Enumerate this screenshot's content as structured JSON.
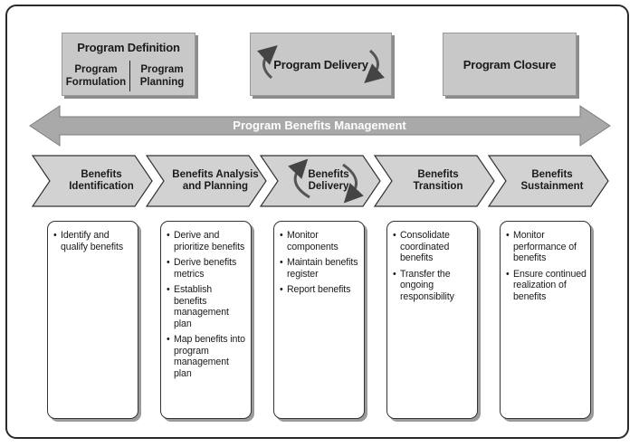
{
  "phases": {
    "definition": {
      "title": "Program Definition",
      "sub_left": "Program Formulation",
      "sub_right": "Program Planning"
    },
    "delivery": {
      "title": "Program Delivery"
    },
    "closure": {
      "title": "Program Closure"
    }
  },
  "band": {
    "label": "Program Benefits Management"
  },
  "stages": [
    {
      "label": "Benefits Identification",
      "items": [
        "Identify and qualify benefits"
      ]
    },
    {
      "label": "Benefits Analysis and Planning",
      "items": [
        "Derive and prioritize benefits",
        "Derive benefits metrics",
        "Establish benefits management plan",
        "Map benefits into program management plan"
      ]
    },
    {
      "label": "Benefits Delivery",
      "items": [
        "Monitor components",
        "Maintain benefits register",
        "Report benefits"
      ]
    },
    {
      "label": "Benefits Transition",
      "items": [
        "Consolidate coordinated benefits",
        "Transfer the ongoing responsibility"
      ]
    },
    {
      "label": "Benefits Sustainment",
      "items": [
        "Monitor performance of benefits",
        "Ensure continued realization of benefits"
      ]
    }
  ],
  "colors": {
    "phase_fill": "#c8c8c8",
    "band_fill": "#a9a9a9",
    "chevron_fill": "#d2d2d2",
    "outline": "#2a2a2a"
  }
}
